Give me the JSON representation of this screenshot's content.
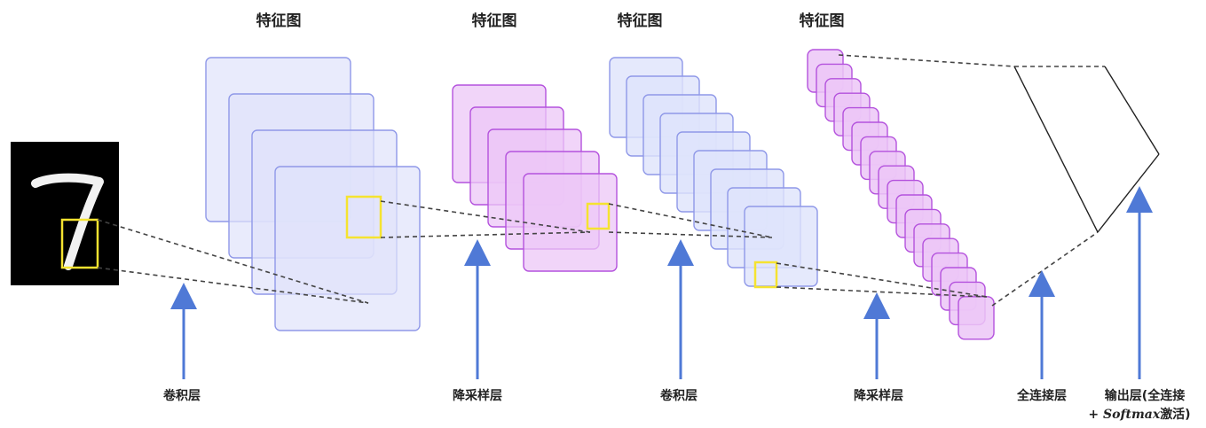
{
  "feature_map_label": "特征图",
  "top_labels": [
    "特征图",
    "特征图",
    "特征图",
    "特征图"
  ],
  "bottom_labels": {
    "conv1": "卷积层",
    "pool1": "降采样层",
    "conv2": "卷积层",
    "pool2": "降采样层",
    "fc": "全连接层",
    "output_line1": "输出层(全连接",
    "output_line2_prefix": "+ ",
    "output_line2_italic": "Softmax",
    "output_line2_suffix": "激活)"
  },
  "input_digit": "7",
  "colors": {
    "blue_fill": "#dfe3fb",
    "blue_stroke": "#8f98e8",
    "purple_fill": "#ecc7f7",
    "purple_stroke": "#b452dd",
    "highlight": "#f5e330",
    "arrow": "#4f79d6",
    "dash": "#444444"
  }
}
